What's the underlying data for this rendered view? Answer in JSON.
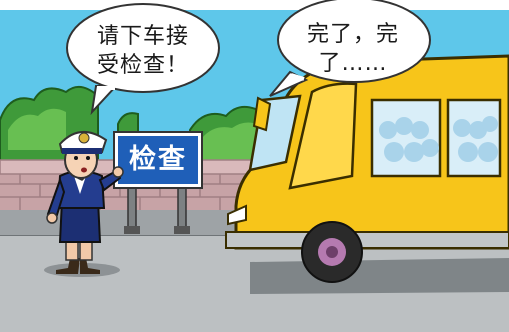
{
  "panel": {
    "speech_left": "请下车接\n受检查！",
    "speech_right": "完了，完\n了……",
    "sign_label": "检查"
  },
  "colors": {
    "sky": "#56c4e8",
    "bus_yellow": "#f7c51a",
    "sign_blue": "#1f5fb8",
    "road": "#b8bcbe",
    "brick": "#c4a0a4",
    "bush": "#3f9a3a"
  }
}
